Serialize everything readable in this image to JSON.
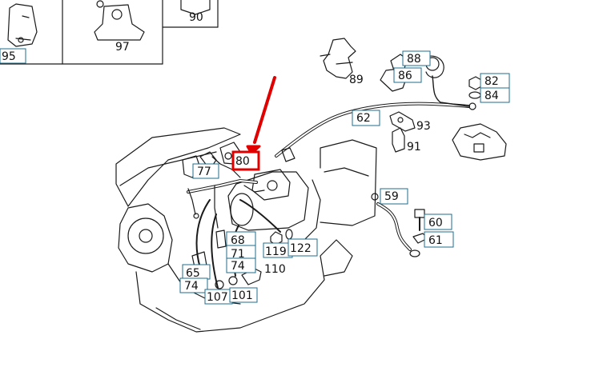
{
  "diagram": {
    "highlight_color": "#e00000",
    "callout_border_color": "#1f6e8c",
    "highlighted_part": "80",
    "boxed_callouts": [
      {
        "id": "95",
        "label": "95"
      },
      {
        "id": "88",
        "label": "88"
      },
      {
        "id": "86",
        "label": "86"
      },
      {
        "id": "82",
        "label": "82"
      },
      {
        "id": "84",
        "label": "84"
      },
      {
        "id": "62",
        "label": "62"
      },
      {
        "id": "77",
        "label": "77"
      },
      {
        "id": "80",
        "label": "80"
      },
      {
        "id": "59",
        "label": "59"
      },
      {
        "id": "60",
        "label": "60"
      },
      {
        "id": "61",
        "label": "61"
      },
      {
        "id": "68",
        "label": "68"
      },
      {
        "id": "71",
        "label": "71"
      },
      {
        "id": "74a",
        "label": "74"
      },
      {
        "id": "119",
        "label": "119"
      },
      {
        "id": "122",
        "label": "122"
      },
      {
        "id": "65",
        "label": "65"
      },
      {
        "id": "74b",
        "label": "74"
      },
      {
        "id": "107",
        "label": "107"
      },
      {
        "id": "101",
        "label": "101"
      }
    ],
    "plain_labels": [
      {
        "id": "90",
        "label": "90"
      },
      {
        "id": "97",
        "label": "97"
      },
      {
        "id": "89",
        "label": "89"
      },
      {
        "id": "93",
        "label": "93"
      },
      {
        "id": "91",
        "label": "91"
      },
      {
        "id": "110",
        "label": "110"
      }
    ]
  }
}
